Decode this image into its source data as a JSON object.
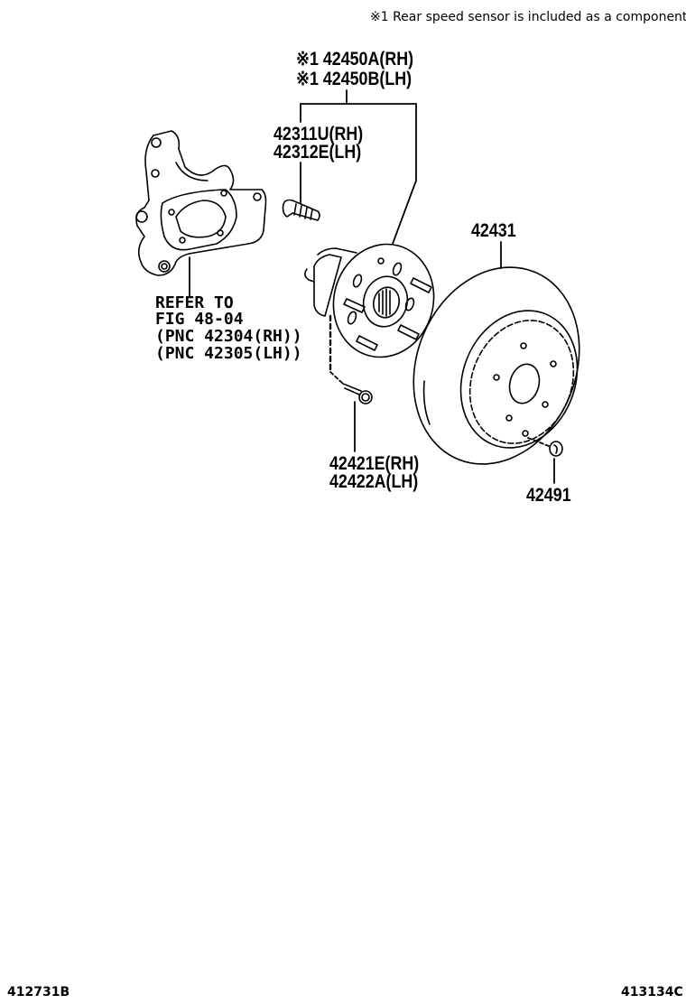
{
  "header_note": "※1 Rear speed sensor is included as a component",
  "parts": {
    "hub_assembly": {
      "rh": "※1 42450A(RH)",
      "lh": "※1 42450B(LH)"
    },
    "hub_bolt": {
      "rh": "42311U(RH)",
      "lh": "42312E(LH)"
    },
    "disc": {
      "number": "42431"
    },
    "mounting_bolt": {
      "rh": "42421E(RH)",
      "lh": "42422A(LH)"
    },
    "disc_screw": {
      "number": "42491"
    }
  },
  "knuckle_reference": {
    "line1": "REFER TO",
    "line2": "FIG 48-04",
    "line3": "(PNC 42304(RH))",
    "line4": "(PNC 42305(LH))"
  },
  "footer": {
    "left_code": "412731B",
    "right_code": "413134C"
  },
  "colors": {
    "ink": "#000000",
    "background": "#ffffff"
  }
}
